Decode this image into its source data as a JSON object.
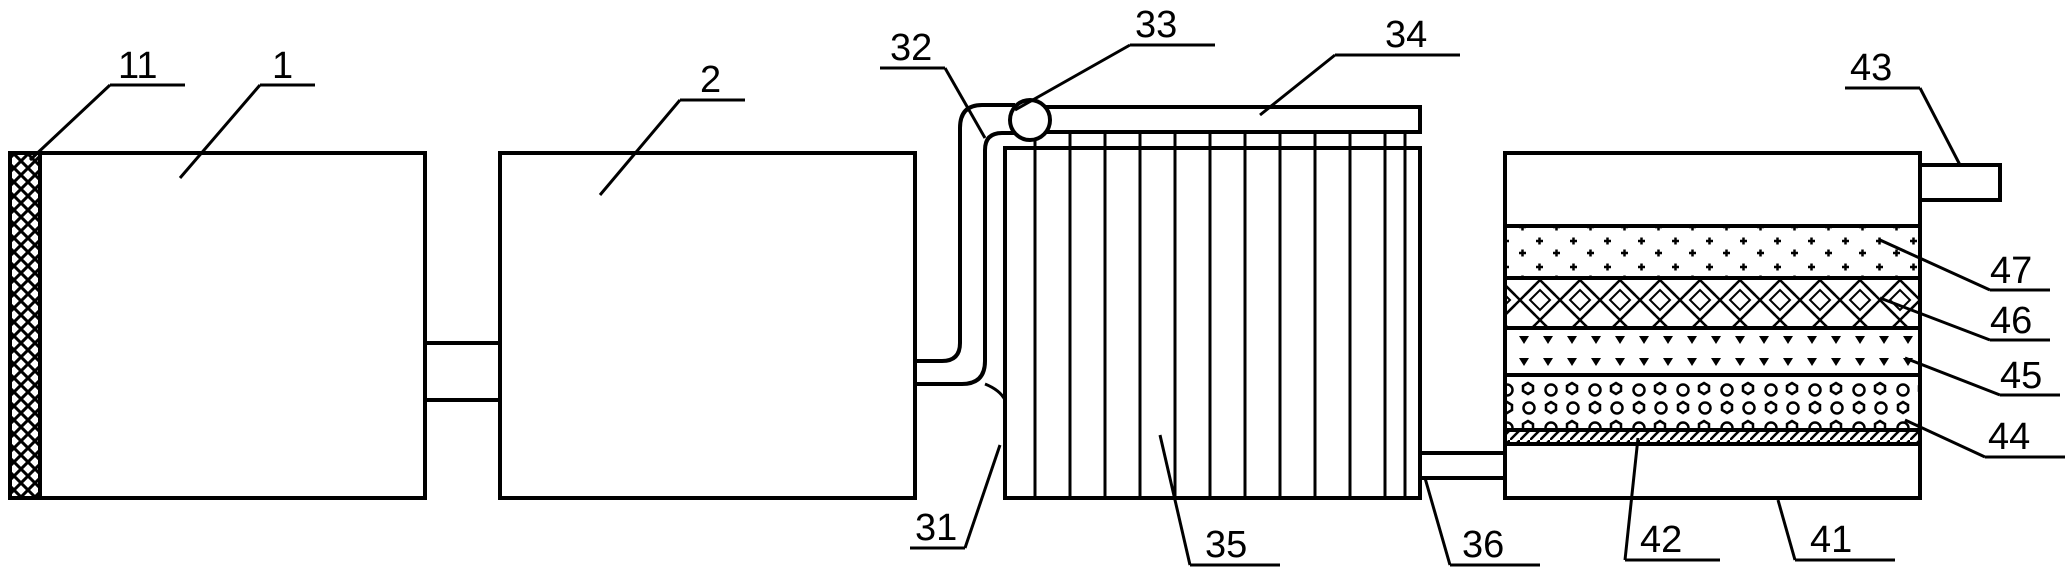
{
  "labels": {
    "l11": "11",
    "l1": "1",
    "l2": "2",
    "l31": "31",
    "l32": "32",
    "l33": "33",
    "l34": "34",
    "l35": "35",
    "l36": "36",
    "l41": "41",
    "l42": "42",
    "l43": "43",
    "l44": "44",
    "l45": "45",
    "l46": "46",
    "l47": "47"
  }
}
